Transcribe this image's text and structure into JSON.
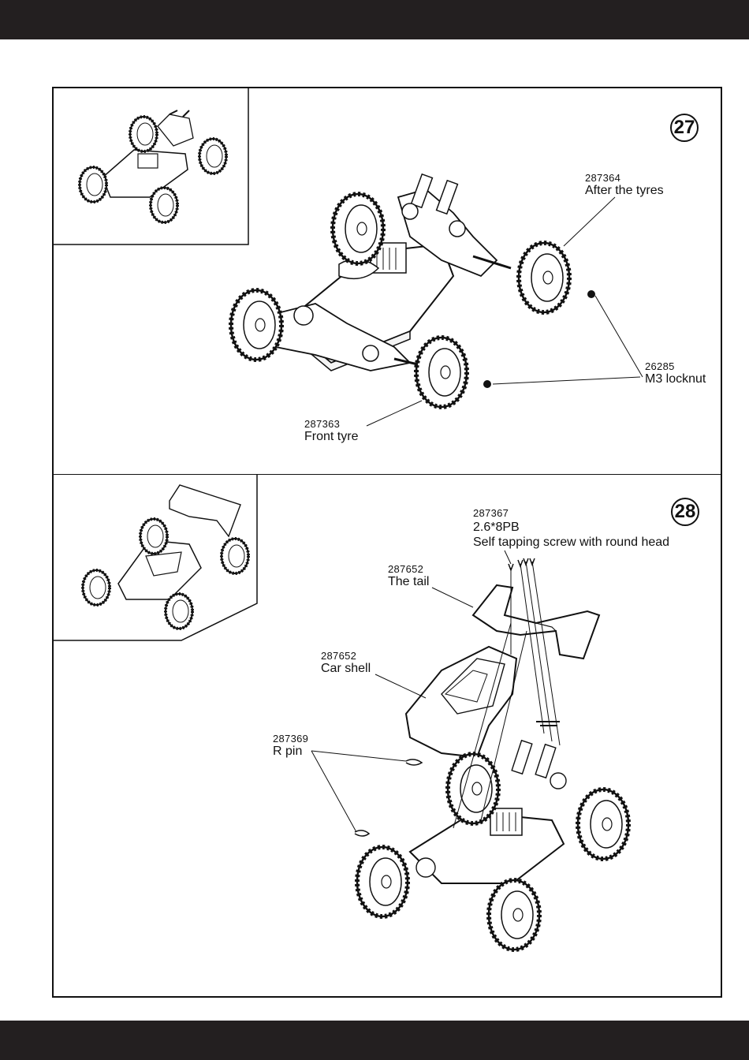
{
  "steps": [
    {
      "number": "27",
      "callouts": [
        {
          "part_no": "287364",
          "name": "After the tyres"
        },
        {
          "part_no": "26285",
          "name": "M3 locknut"
        },
        {
          "part_no": "287363",
          "name": "Front tyre"
        }
      ]
    },
    {
      "number": "28",
      "callouts": [
        {
          "part_no": "287367",
          "name": "2.6*8PB"
        },
        {
          "part_no": "",
          "name": "Self tapping screw with round head"
        },
        {
          "part_no": "287652",
          "name": "The tail"
        },
        {
          "part_no": "287652",
          "name": "Car shell"
        },
        {
          "part_no": "287369",
          "name": "R pin"
        }
      ]
    }
  ]
}
